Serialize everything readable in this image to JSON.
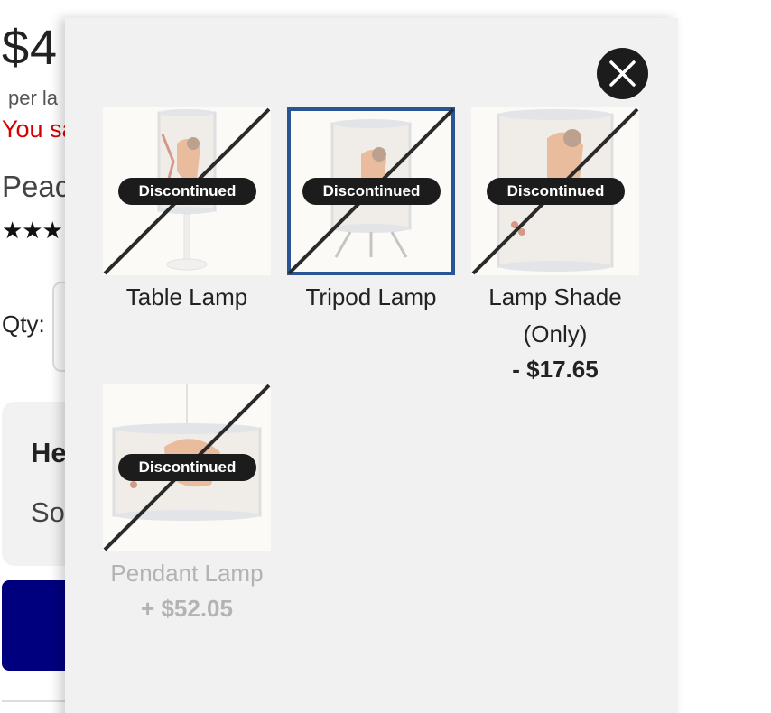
{
  "product_page": {
    "price": "$4",
    "per_unit": "per la",
    "savings": "You sa",
    "product_name": "Peac",
    "rating_stars": "★★★",
    "qty_label": "Qty:",
    "help_title": "He",
    "help_body": "So"
  },
  "modal": {
    "close_icon": "close-icon",
    "options": [
      {
        "label": "Table Lamp",
        "price": "",
        "badge": "Discontinued",
        "selected": false,
        "unavailable": false
      },
      {
        "label": "Tripod Lamp",
        "price": "",
        "badge": "Discontinued",
        "selected": true,
        "unavailable": false
      },
      {
        "label": "Lamp Shade (Only)",
        "price": "- $17.65",
        "badge": "Discontinued",
        "selected": false,
        "unavailable": false
      },
      {
        "label": "Pendant Lamp",
        "price": "+ $52.05",
        "badge": "Discontinued",
        "selected": false,
        "unavailable": true
      }
    ]
  },
  "colors": {
    "accent_selected": "#2a5595",
    "badge_bg": "#1c1c1c",
    "savings_red": "#d40000",
    "cta_navy": "#00007f",
    "panel_bg": "#f1f1f1"
  }
}
